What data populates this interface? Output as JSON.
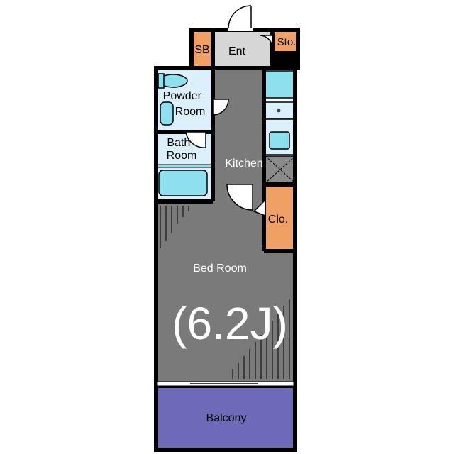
{
  "rooms": {
    "sb": "SB",
    "entrance": "Ent",
    "storage": "Sto.",
    "powder_room": [
      "Powder",
      "Room"
    ],
    "bath_room": [
      "Bath",
      "Room"
    ],
    "kitchen": "Kitchen",
    "closet": "Clo.",
    "bed_room": "Bed Room",
    "bed_room_size": "(6.2J)",
    "balcony": "Balcony"
  },
  "colors": {
    "floor": "#7a7a7a",
    "wet_area": "#dcf0fc",
    "fixture": "#8ee0ef",
    "closet": "#f0a064",
    "entrance": "#d6d6d6",
    "balcony": "#6e6aba",
    "wall": "#000000"
  }
}
